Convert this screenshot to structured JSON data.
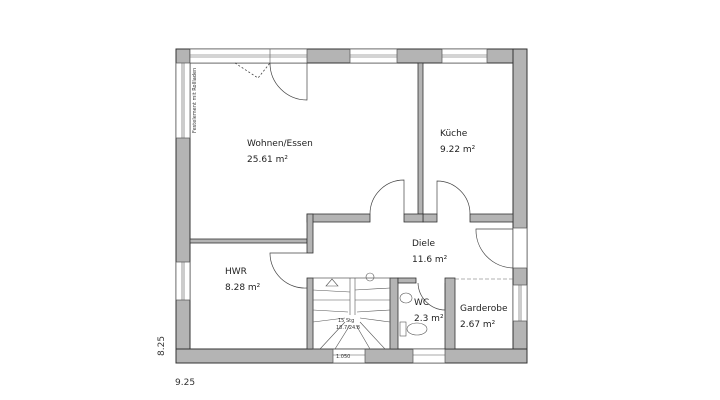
{
  "rooms": [
    {
      "name": "Wohnen/Essen",
      "area": "25.61 m²"
    },
    {
      "name": "Küche",
      "area": "9.22 m²"
    },
    {
      "name": "Diele",
      "area": "11.6 m²"
    },
    {
      "name": "HWR",
      "area": "8.28 m²"
    },
    {
      "name": "WC",
      "area": "2.3 m²"
    },
    {
      "name": "Garderobe",
      "area": "2.67 m²"
    }
  ],
  "annotations": {
    "window_note": "Festelement mit Rollladen",
    "stairs_steps": "15 Stg",
    "stairs_ratio": "18.7/24.8",
    "bottom_window": "1.050"
  },
  "dimensions": {
    "height": "8.25",
    "width": "9.25"
  }
}
